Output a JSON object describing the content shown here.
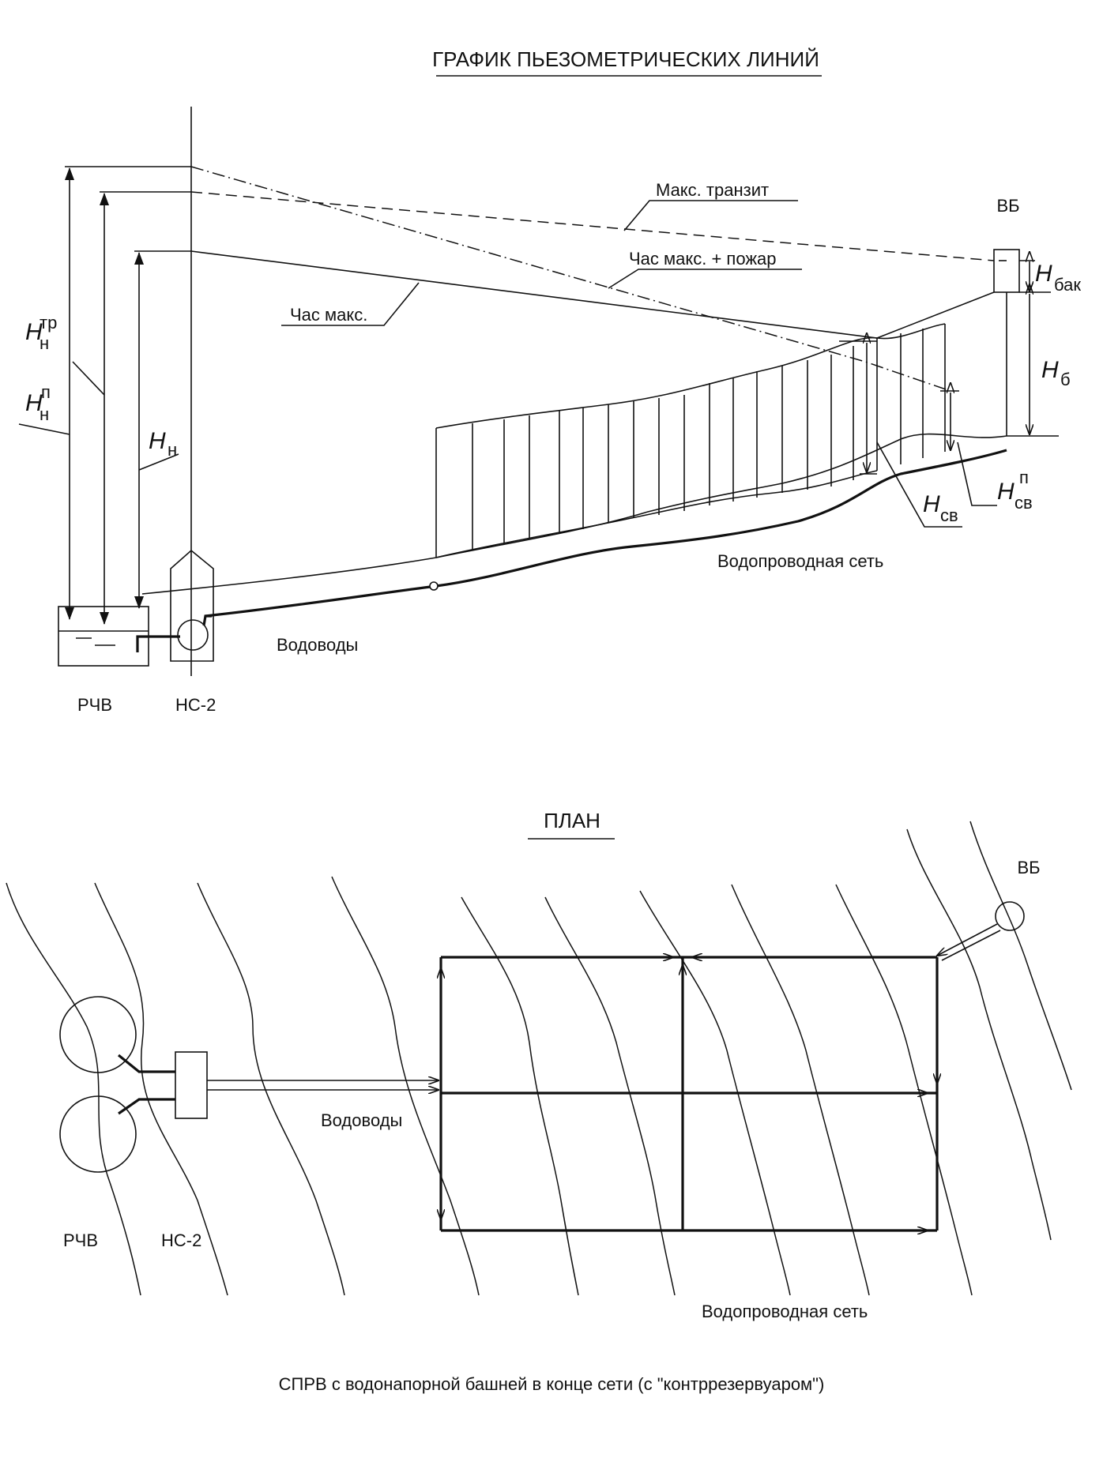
{
  "profile": {
    "title": "ГРАФИК ПЬЕЗОМЕТРИЧЕСКИХ ЛИНИЙ",
    "lines": {
      "max_transit": "Макс. транзит",
      "max_plus_fire": "Час макс. + пожар",
      "max_hour": "Час макс."
    },
    "tower": "ВБ",
    "network": "Водопроводная сеть",
    "conduits": "Водоводы",
    "reservoir": "РЧВ",
    "pump_station": "НС-2",
    "heads": {
      "h_letter": "H",
      "h_tr_sub": "н",
      "h_tr_sup": "тр",
      "h_p_sub": "н",
      "h_p_sup": "п",
      "h_n_sub": "н",
      "h_bak_sub": "бак",
      "h_b_sub": "б",
      "h_sv_sub": "св",
      "h_svp_sub": "св",
      "h_svp_sup": "п"
    }
  },
  "plan": {
    "title": "ПЛАН",
    "tower": "ВБ",
    "conduits": "Водоводы",
    "reservoir": "РЧВ",
    "pump_station": "НС-2",
    "network": "Водопроводная сеть"
  },
  "caption": "СПРВ с водонапорной башней в конце сети (с \"контррезервуаром\")"
}
